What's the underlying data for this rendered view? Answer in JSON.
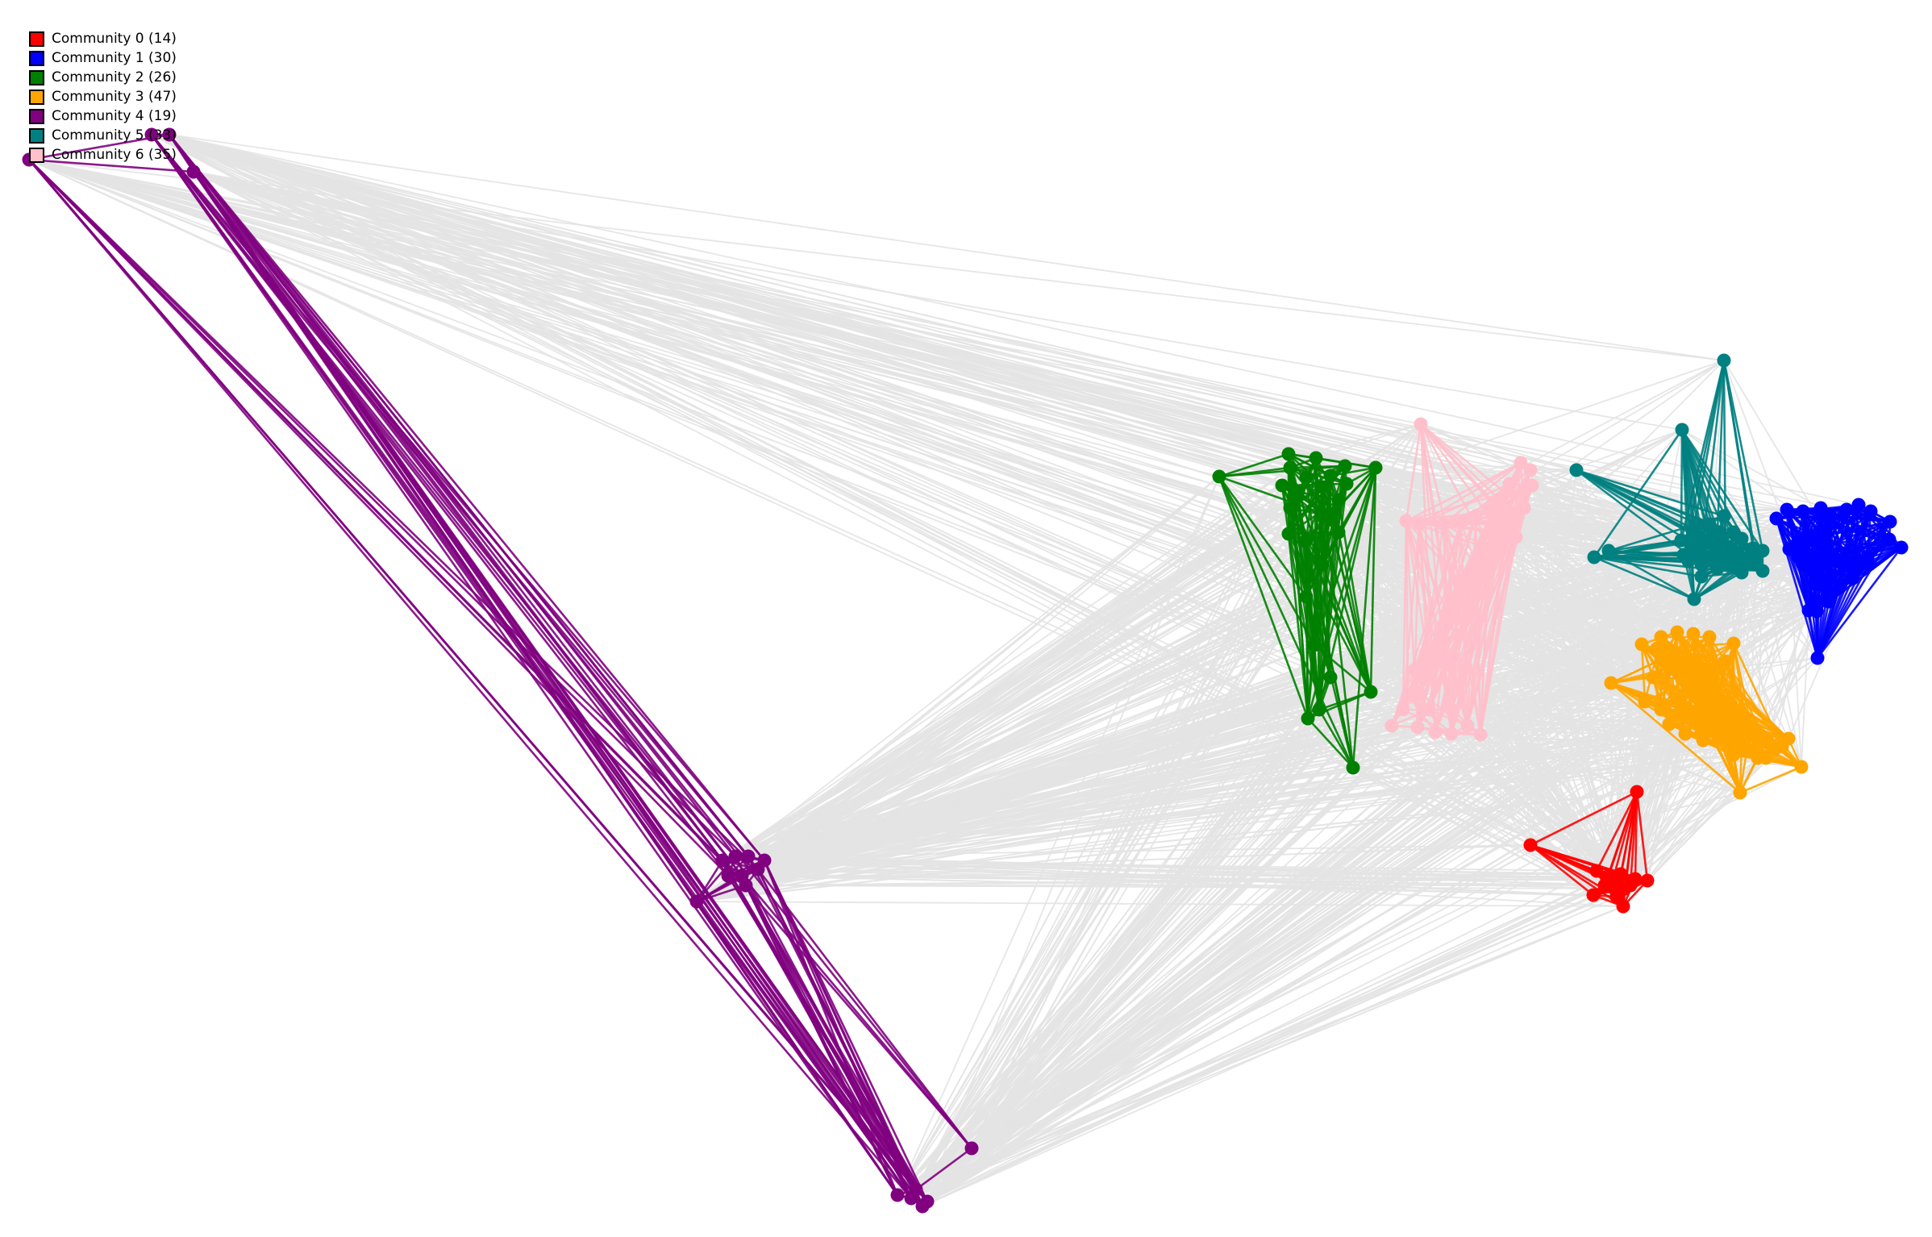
{
  "legend": {
    "items": [
      {
        "label": "Community 0 (14)",
        "color": "#ff0000"
      },
      {
        "label": "Community 1 (30)",
        "color": "#0000ff"
      },
      {
        "label": "Community 2 (26)",
        "color": "#008000"
      },
      {
        "label": "Community 3 (47)",
        "color": "#ffa500"
      },
      {
        "label": "Community 4 (19)",
        "color": "#800080"
      },
      {
        "label": "Community 5 (33)",
        "color": "#008080"
      },
      {
        "label": "Community 6 (35)",
        "color": "#ffc0cb"
      }
    ]
  },
  "inter_edge_color": "#e3e3e3"
}
